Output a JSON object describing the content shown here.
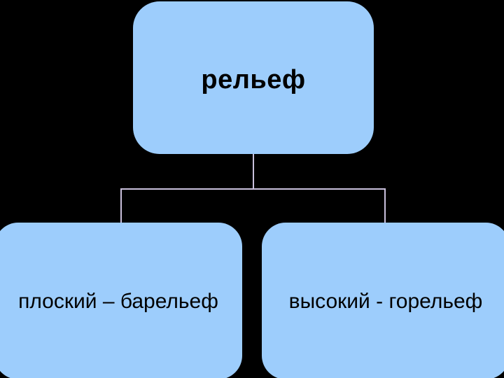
{
  "diagram": {
    "background_color": "#000000",
    "node_color": "#9DCDFC",
    "connector_color": "#C9C0DC",
    "text_color": "#000000",
    "root": {
      "label": "рельеф"
    },
    "children": [
      {
        "label": "плоский – барельеф"
      },
      {
        "label": "высокий - горельеф"
      }
    ]
  }
}
